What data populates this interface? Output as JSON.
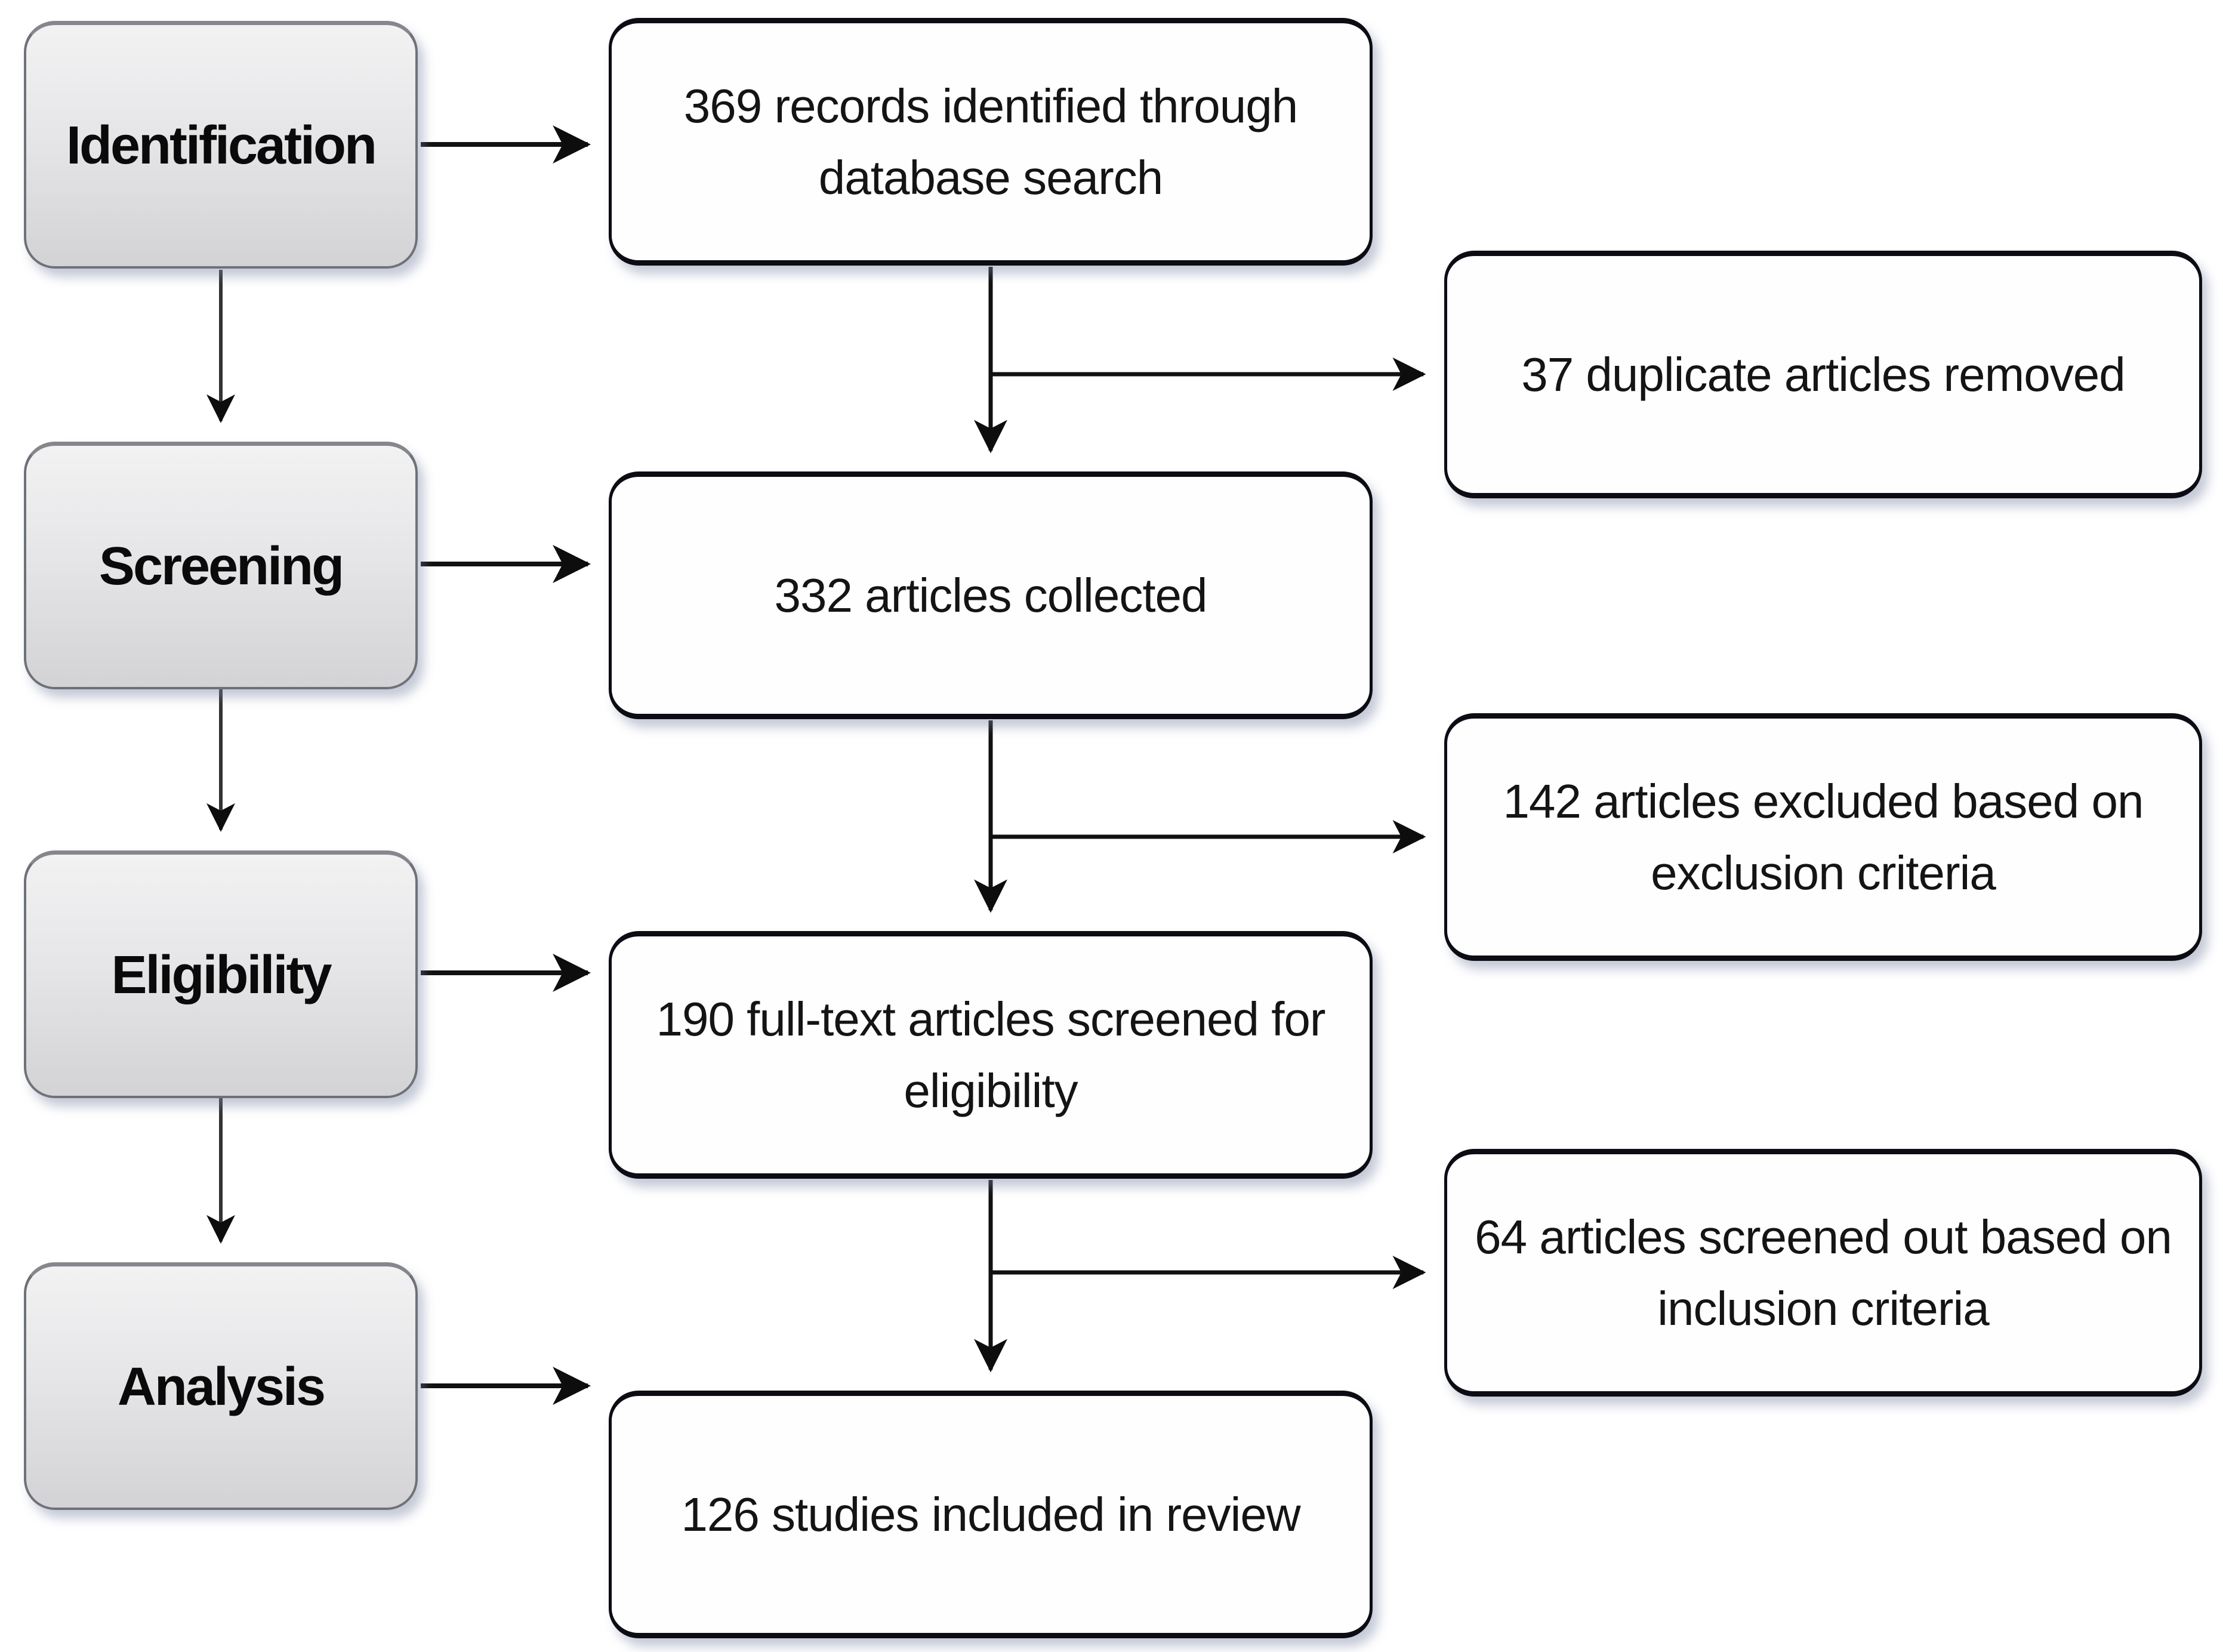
{
  "diagram": {
    "kind": "prisma-flowchart",
    "stages": [
      {
        "id": "identification",
        "label": "Identification"
      },
      {
        "id": "screening",
        "label": "Screening"
      },
      {
        "id": "eligibility",
        "label": "Eligibility"
      },
      {
        "id": "analysis",
        "label": "Analysis"
      }
    ],
    "main_flow": [
      {
        "count": 369,
        "text": "369 records identified through database search"
      },
      {
        "count": 332,
        "text": "332 articles collected"
      },
      {
        "count": 190,
        "text": "190 full-text articles screened for eligibility"
      },
      {
        "count": 126,
        "text": "126 studies included in review"
      }
    ],
    "exclusions": [
      {
        "count": 37,
        "text": "37 duplicate articles removed"
      },
      {
        "count": 142,
        "text": "142 articles excluded based on exclusion criteria"
      },
      {
        "count": 64,
        "text": "64 articles screened out based on inclusion criteria"
      }
    ],
    "colors": {
      "stage_box_fill_top": "#f2f2f3",
      "stage_box_fill_bottom": "#d3d3d6",
      "stage_box_border": "#6f7178",
      "flow_box_fill": "#fefefe",
      "flow_box_border": "#0c0c14",
      "arrow": "#111111",
      "shadow": "#7d87a5"
    }
  }
}
